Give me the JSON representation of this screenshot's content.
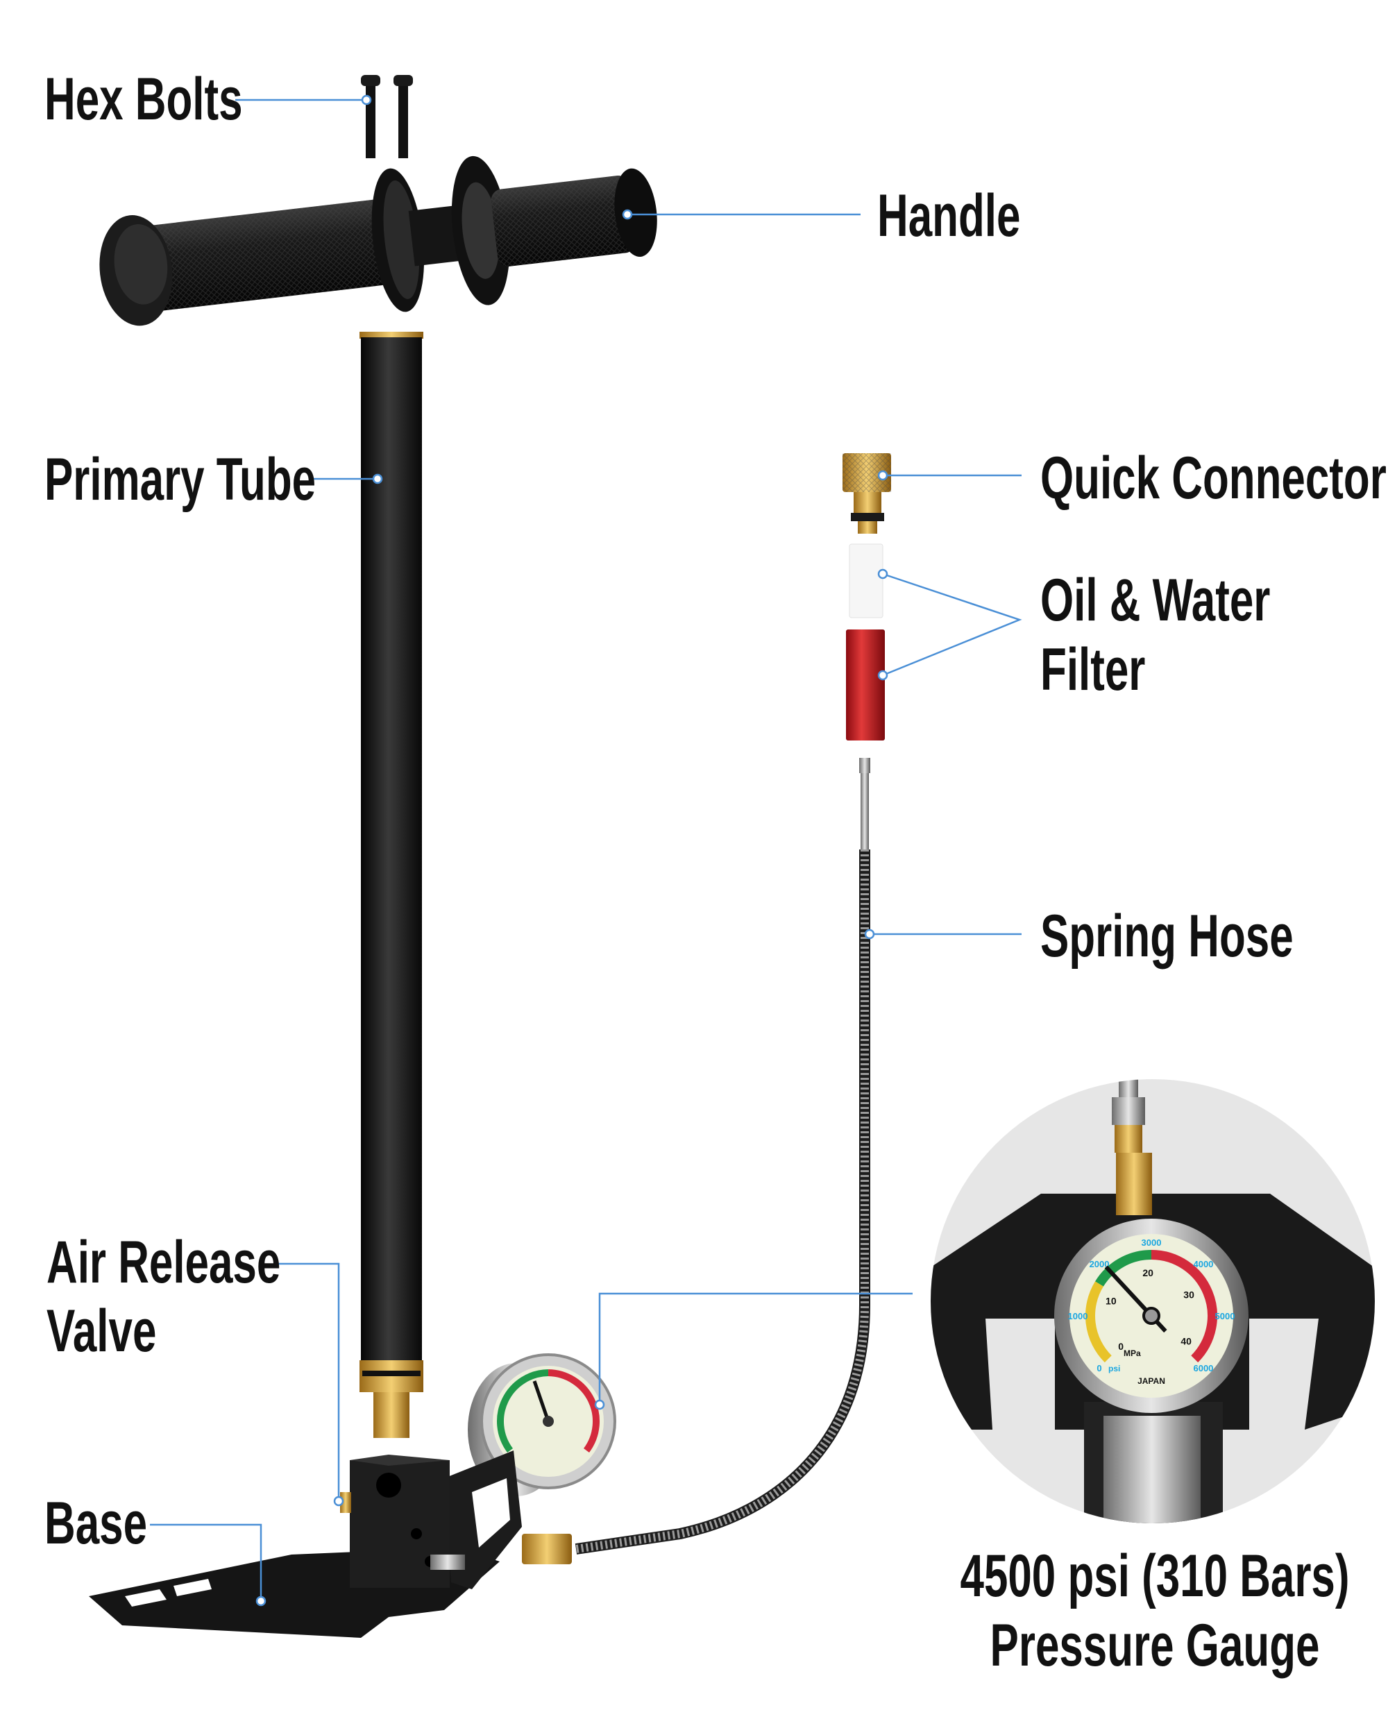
{
  "labels": {
    "hex_bolts": "Hex Bolts",
    "handle": "Handle",
    "primary_tube": "Primary Tube",
    "quick_connector": "Quick Connector",
    "filter_line1": "Oil & Water",
    "filter_line2": "Filter",
    "spring_hose": "Spring Hose",
    "air_release_line1": "Air Release",
    "air_release_line2": "Valve",
    "base": "Base",
    "gauge_line1": "4500 psi (310 Bars)",
    "gauge_line2": "Pressure Gauge"
  },
  "gauge": {
    "psi_scale": [
      "0",
      "1000",
      "2000",
      "3000",
      "4000",
      "5000",
      "6000"
    ],
    "mpa_scale": [
      "0",
      "10",
      "20",
      "30",
      "40"
    ],
    "unit_mpa": "MPa",
    "unit_psi": "psi",
    "maker": "JAPAN",
    "colors": {
      "yellow": "#e8c32a",
      "green": "#1f9a4a",
      "red": "#d42a3c",
      "face": "#eef0dc",
      "scale_text": "#1aa6e0",
      "leader": "#4a8fd6"
    }
  }
}
